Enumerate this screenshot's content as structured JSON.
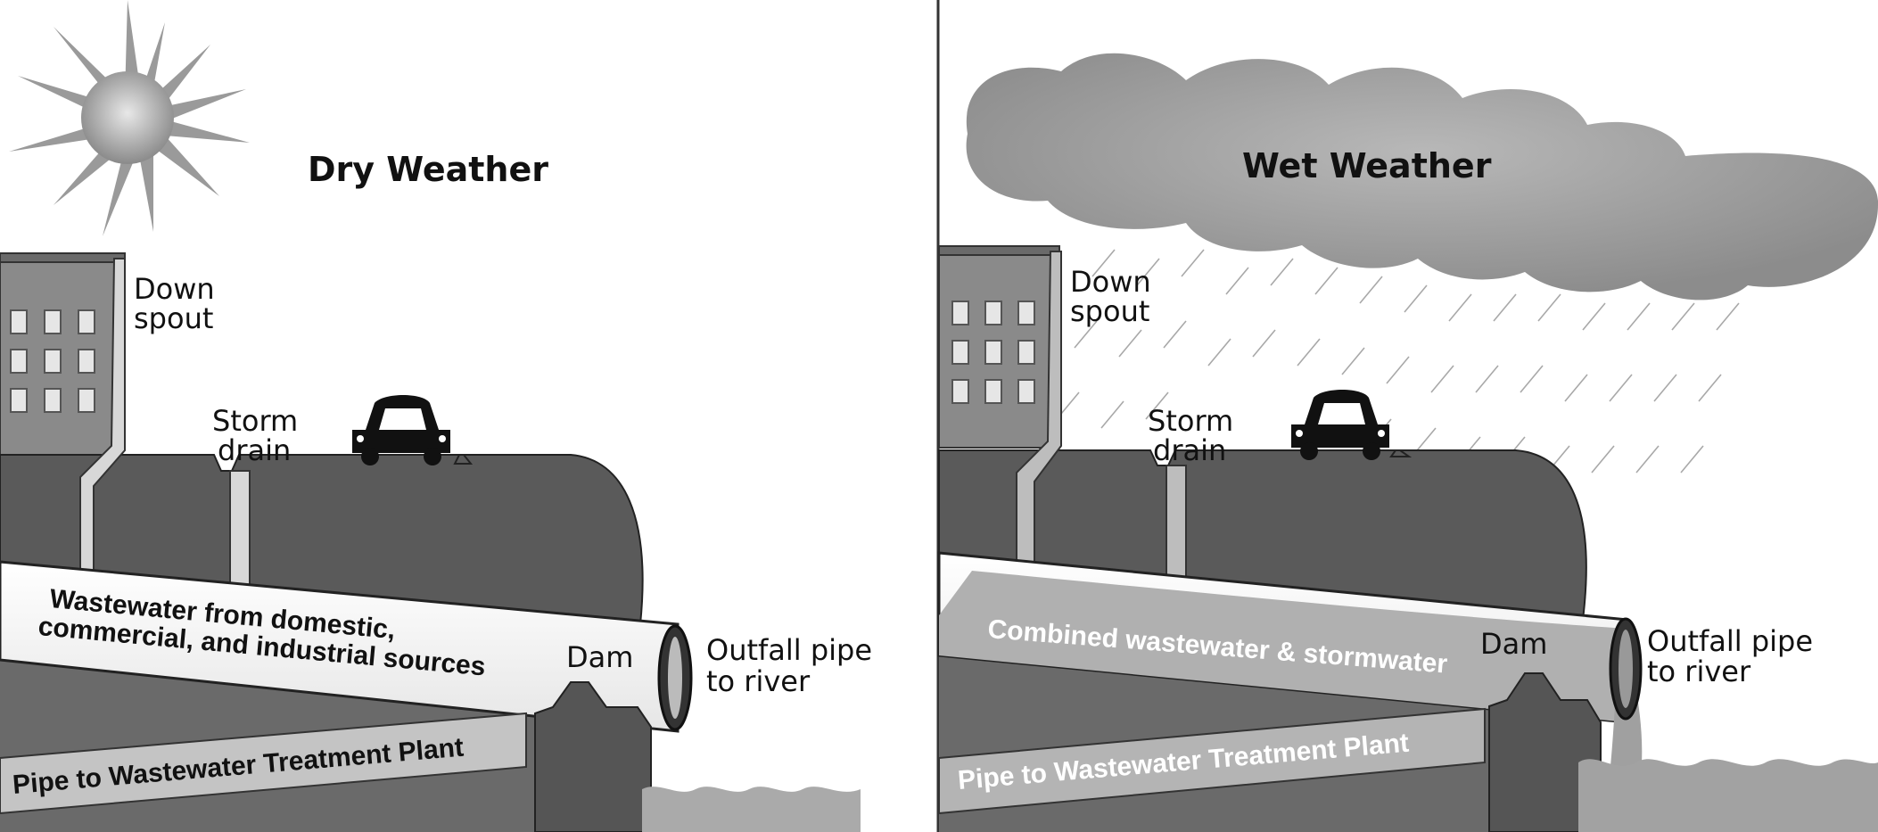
{
  "dry": {
    "title": "Dry Weather",
    "downspout": [
      "Down",
      "spout"
    ],
    "storm_drain": [
      "Storm",
      "drain"
    ],
    "wastewater": [
      "Wastewater from domestic,",
      "commercial, and industrial sources"
    ],
    "dam": "Dam",
    "outfall": [
      "Outfall pipe",
      "to river"
    ],
    "treatment_pipe": "Pipe to Wastewater Treatment Plant"
  },
  "wet": {
    "title": "Wet Weather",
    "downspout": [
      "Down",
      "spout"
    ],
    "storm_drain": [
      "Storm",
      "drain"
    ],
    "combined": "Combined wastewater & stormwater",
    "dam": "Dam",
    "outfall": [
      "Outfall pipe",
      "to river"
    ],
    "treatment_pipe": "Pipe to Wastewater Treatment Plant"
  },
  "colors": {
    "ground": "#5a5a5a",
    "building": "#8a8a8a",
    "pipe_light": "#d8d8d8",
    "pipe_outline": "#2a2a2a",
    "water": "#aaaaaa",
    "cloud": "#9a9a9a"
  }
}
